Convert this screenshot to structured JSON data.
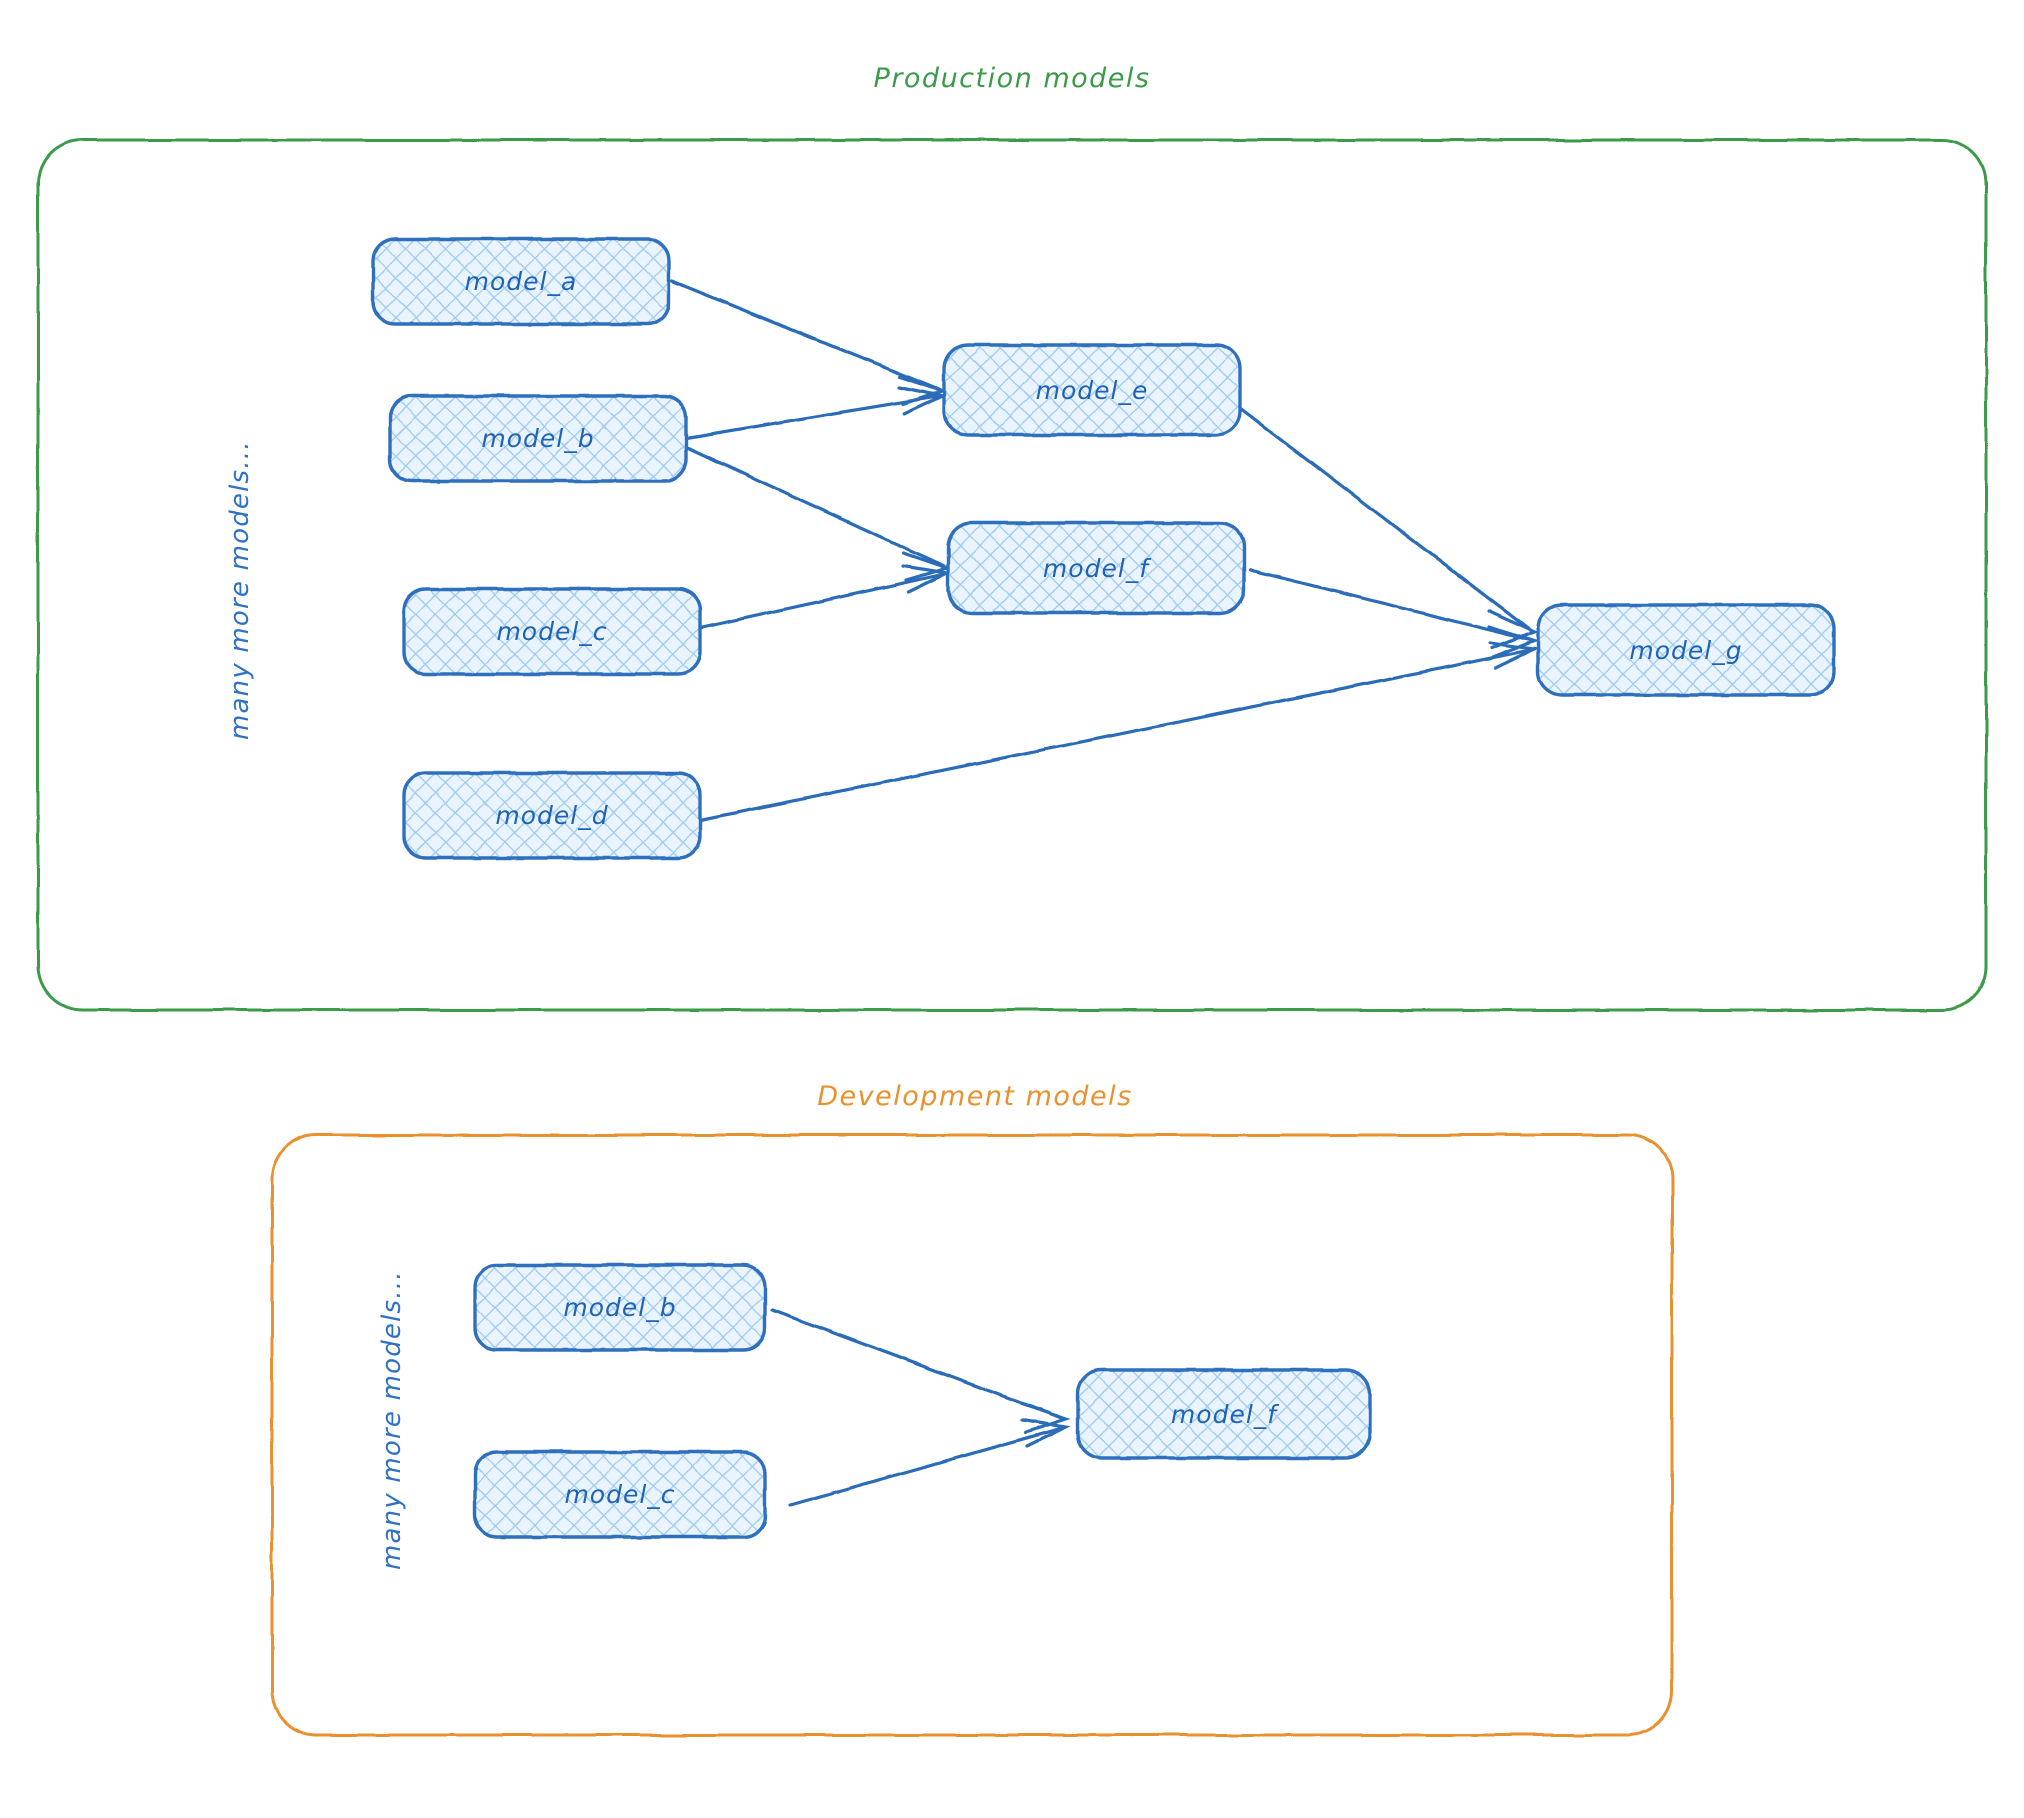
{
  "diagram": {
    "title_production": "Production models",
    "title_development": "Development models",
    "colors": {
      "production_border": "#3a9b4a",
      "development_border": "#e8912d",
      "node_border": "#2d6fbe",
      "node_fill": "#ddeeff",
      "node_hatch": "#8fc2ee",
      "edge": "#2a6cb8",
      "label_text": "#2f72c4"
    },
    "groups": [
      {
        "id": "production",
        "title": "Production models",
        "side_label": "many more models...",
        "nodes": [
          {
            "id": "prod_model_a",
            "label": "model_a"
          },
          {
            "id": "prod_model_b",
            "label": "model_b"
          },
          {
            "id": "prod_model_c",
            "label": "model_c"
          },
          {
            "id": "prod_model_d",
            "label": "model_d"
          },
          {
            "id": "prod_model_e",
            "label": "model_e"
          },
          {
            "id": "prod_model_f",
            "label": "model_f"
          },
          {
            "id": "prod_model_g",
            "label": "model_g"
          }
        ],
        "edges": [
          {
            "from": "model_a",
            "to": "model_e"
          },
          {
            "from": "model_b",
            "to": "model_e"
          },
          {
            "from": "model_b",
            "to": "model_f"
          },
          {
            "from": "model_c",
            "to": "model_f"
          },
          {
            "from": "model_e",
            "to": "model_g"
          },
          {
            "from": "model_f",
            "to": "model_g"
          },
          {
            "from": "model_d",
            "to": "model_g"
          }
        ]
      },
      {
        "id": "development",
        "title": "Development models",
        "side_label": "many more models...",
        "nodes": [
          {
            "id": "dev_model_b",
            "label": "model_b"
          },
          {
            "id": "dev_model_c",
            "label": "model_c"
          },
          {
            "id": "dev_model_f",
            "label": "model_f"
          }
        ],
        "edges": [
          {
            "from": "model_b",
            "to": "model_f"
          },
          {
            "from": "model_c",
            "to": "model_f"
          }
        ]
      }
    ]
  }
}
